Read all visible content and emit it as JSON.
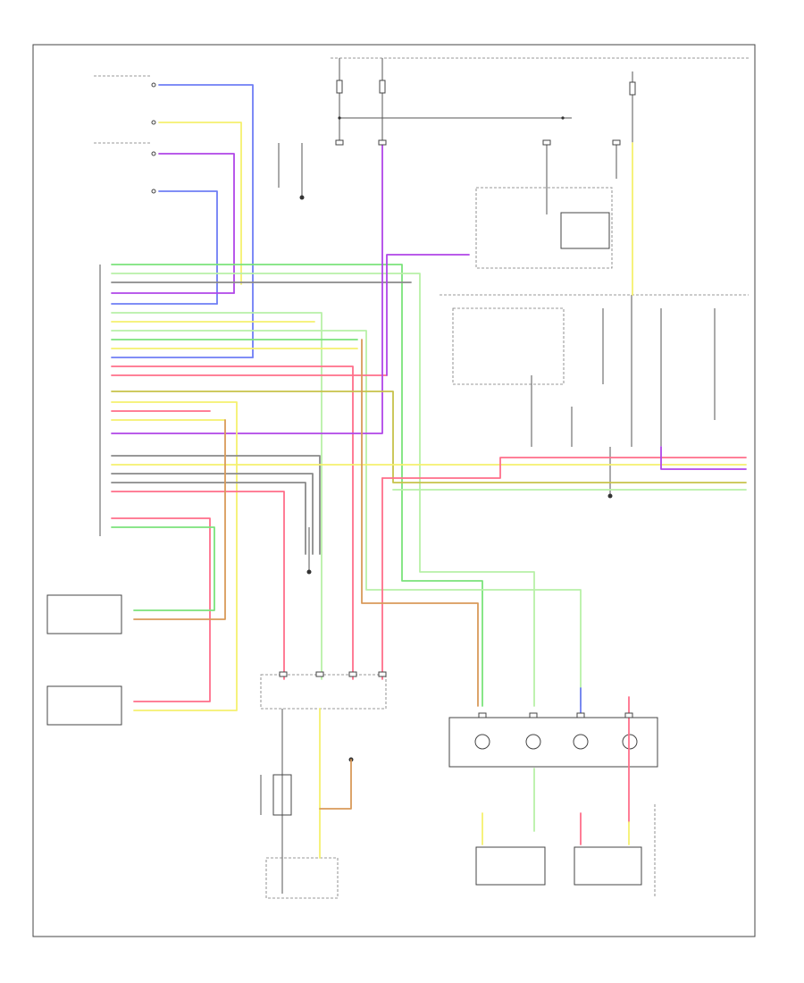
{
  "colors": {
    "frame": "#444444",
    "wire_yellow": "#f5f06e",
    "wire_green": "#7be37b",
    "wire_lightgreen": "#b8f0a8",
    "wire_pink": "#ff6f8a",
    "wire_blue": "#6f7ef5",
    "wire_violet": "#b146e8",
    "wire_gray": "#8a8a8a",
    "wire_tan": "#d99a5a",
    "wire_olive": "#c7c24a"
  },
  "icons": [
    "ground-symbol",
    "lamp-symbol",
    "fuse-symbol",
    "connector-pin"
  ],
  "footer": {
    "figure_id": ""
  }
}
